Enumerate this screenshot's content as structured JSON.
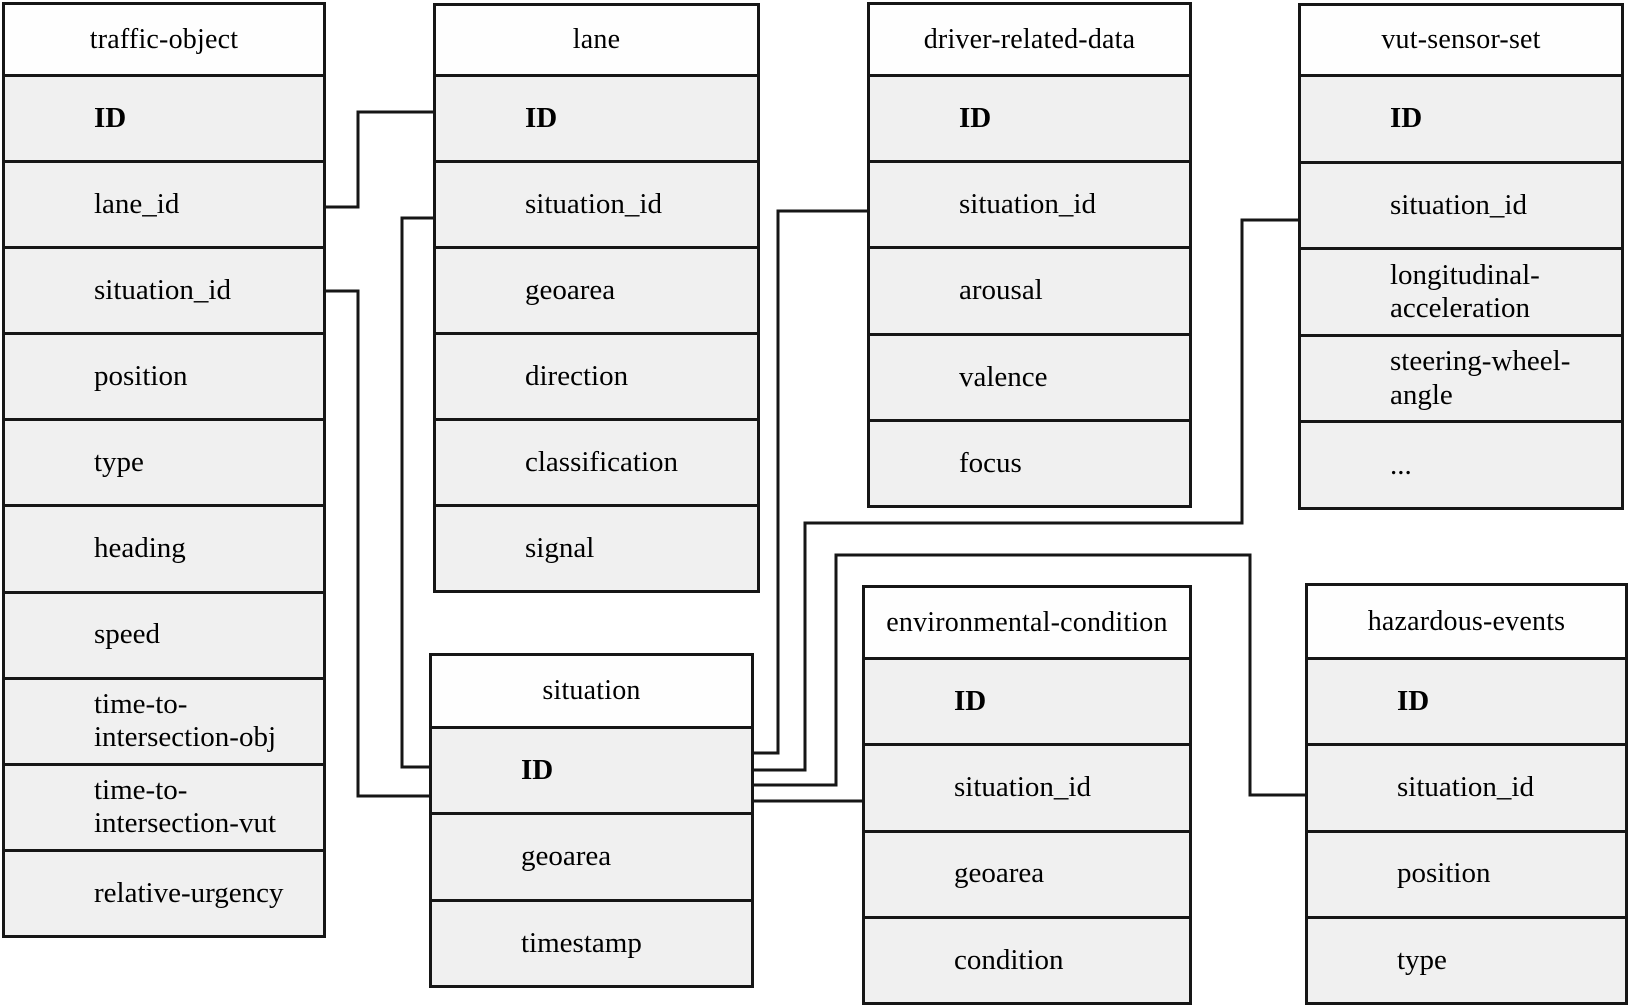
{
  "diagram": {
    "tables": [
      {
        "name": "traffic-object",
        "rows": [
          "ID",
          "lane_id",
          "situation_id",
          "position",
          "type",
          "heading",
          "speed",
          "time-to-intersection-obj",
          "time-to-intersection-vut",
          "relative-urgency"
        ]
      },
      {
        "name": "lane",
        "rows": [
          "ID",
          "situation_id",
          "geoarea",
          "direction",
          "classification",
          "signal"
        ]
      },
      {
        "name": "driver-related-data",
        "rows": [
          "ID",
          "situation_id",
          "arousal",
          "valence",
          "focus"
        ]
      },
      {
        "name": "vut-sensor-set",
        "rows": [
          "ID",
          "situation_id",
          "longitudinal-acceleration",
          "steering-wheel-angle",
          "..."
        ]
      },
      {
        "name": "situation",
        "rows": [
          "ID",
          "geoarea",
          "timestamp"
        ]
      },
      {
        "name": "environmental-condition",
        "rows": [
          "ID",
          "situation_id",
          "geoarea",
          "condition"
        ]
      },
      {
        "name": "hazardous-events",
        "rows": [
          "ID",
          "situation_id",
          "position",
          "type"
        ]
      }
    ],
    "relations": [
      {
        "from": "traffic-object.lane_id",
        "to": "lane.ID"
      },
      {
        "from": "traffic-object.situation_id",
        "to": "situation.ID"
      },
      {
        "from": "lane.situation_id",
        "to": "situation.ID"
      },
      {
        "from": "driver-related-data.situation_id",
        "to": "situation.ID"
      },
      {
        "from": "vut-sensor-set.situation_id",
        "to": "situation.ID"
      },
      {
        "from": "environmental-condition.situation_id",
        "to": "situation.ID"
      },
      {
        "from": "hazardous-events.situation_id",
        "to": "situation.ID"
      }
    ],
    "colors": {
      "row_fill": "#f0f0f0",
      "header_fill": "#fefefe",
      "border": "#161616",
      "text": "#000000"
    }
  }
}
